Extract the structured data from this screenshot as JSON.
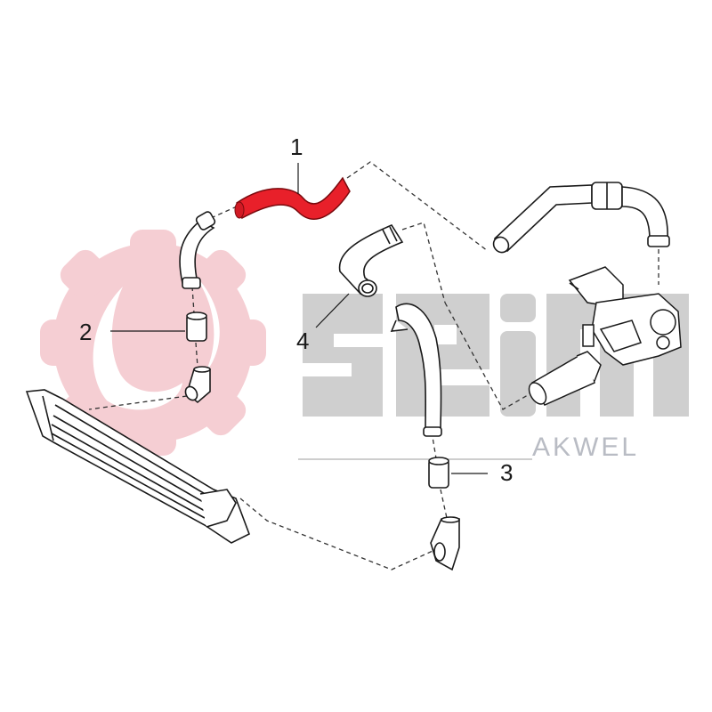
{
  "diagram": {
    "type": "exploded-parts-diagram",
    "subject": "Intercooler / turbo charge air hose assembly"
  },
  "watermarks": {
    "seim_logo": "seim",
    "akwel_logo": "AKWEL",
    "gear_logo_color": "#f4c6cc",
    "seim_color": "#cfcfcf",
    "akwel_color": "#b9bcc4"
  },
  "callouts": [
    {
      "id": "1",
      "label": "1",
      "part": "charge air hose (highlighted)",
      "color": "#e8202a"
    },
    {
      "id": "2",
      "label": "2",
      "part": "coupling sleeve"
    },
    {
      "id": "3",
      "label": "3",
      "part": "coupling sleeve"
    },
    {
      "id": "4",
      "label": "4",
      "part": "charge air hose"
    }
  ],
  "components": [
    "intercooler",
    "upper-left-elbow-pipe",
    "lower-left-elbow-fitting",
    "highlighted-hose",
    "center-elbow-hose",
    "center-long-pipe",
    "lower-center-elbow-fitting",
    "top-right-pipe",
    "throttle-body",
    "intake-pipe"
  ],
  "colors": {
    "highlight": "#e8202a",
    "line": "#1a1a1a",
    "dashed": "#333333"
  }
}
